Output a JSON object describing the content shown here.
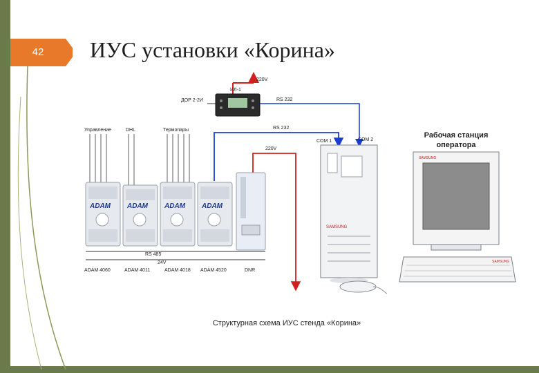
{
  "slide": {
    "page_number": "42",
    "title": "ИУС установки «Корина»",
    "caption": "Структурная схема ИУС стенда «Корина»"
  },
  "colors": {
    "accent": "#e8792b",
    "band": "#6b7a4a",
    "power_line": "#d02020",
    "signal_line": "#1a3fd0"
  },
  "diagram": {
    "indicator": {
      "power_label": "220V",
      "device_label": "ИЛ-1",
      "input_label": "ДОР 2-2И",
      "link_label": "RS 232"
    },
    "rs232_label": "RS 232",
    "power_label": "220V",
    "com1_label": "COM 1",
    "com2_label": "COM 2",
    "group_labels": [
      "Управление",
      "DHL",
      "Термопары"
    ],
    "modules": [
      {
        "logo": "ADAM",
        "name": "ADAM 4060"
      },
      {
        "logo": "ADAM",
        "name": "ADAM 4011"
      },
      {
        "logo": "ADAM",
        "name": "ADAM 4018"
      },
      {
        "logo": "ADAM",
        "name": "ADAM 4520"
      }
    ],
    "power_supply_name": "DNR",
    "bus_labels": {
      "rs485": "RS 485",
      "v24": "24V"
    },
    "workstation": {
      "title_line1": "Рабочая станция",
      "title_line2": "оператора",
      "brand": "SAMSUNG"
    },
    "pc_brand": "SAMSUNG",
    "keyboard_brand": "SAMSUNG"
  }
}
